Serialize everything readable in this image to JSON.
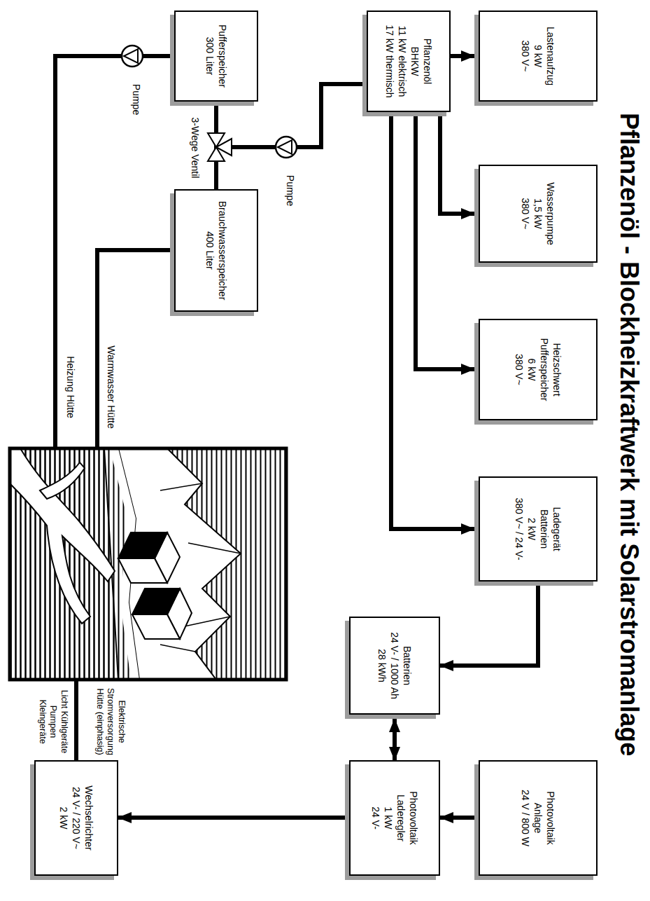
{
  "diagram": {
    "title": "Pflanzenöl - Blockheizkraftwerk mit Solarstromanlage",
    "nodes": [
      {
        "text": [
          "Lastenaufzug",
          "9 kW",
          "380 V~"
        ]
      },
      {
        "text": [
          "Wasserpumpe",
          "1,5 kW",
          "380 V~"
        ]
      },
      {
        "text": [
          "Heizschwert",
          "Pufferspeicher",
          "6 kW",
          "380 V~"
        ]
      },
      {
        "text": [
          "Ladegerät",
          "Batterien",
          "2 kW",
          "380 V~ / 24 V-"
        ]
      },
      {
        "text": [
          "Photovoltaik",
          "Anlage",
          "24 V / 800 W"
        ]
      },
      {
        "text": [
          "Pflanzenöl",
          "BHKW",
          "11 kW elektrisch",
          "17 kW thermisch"
        ]
      },
      {
        "text": [
          "Batterien",
          "24 V- / 1000 Ah",
          "28 kWh"
        ]
      },
      {
        "text": [
          "Photovoltaik",
          "Laderegler",
          "1 kW",
          "24 V-"
        ]
      },
      {
        "text": [
          "Pufferspeicher",
          "300 Liter"
        ]
      },
      {
        "text": [
          "Brauchwasserspeicher",
          "400 Liter"
        ]
      },
      {
        "text": [
          "Wechselrichter",
          "24 V- / 220 V~",
          "2 kW"
        ]
      }
    ],
    "edges": [
      {
        "from": 5,
        "to": 0,
        "arrow": "to"
      },
      {
        "from": 5,
        "to": 1,
        "arrow": "to"
      },
      {
        "from": 5,
        "to": 2,
        "arrow": "to"
      },
      {
        "from": 5,
        "to": 3,
        "arrow": "to"
      },
      {
        "from": 3,
        "to": 6,
        "arrow": "to"
      },
      {
        "from": 6,
        "to": 7,
        "arrow": "both"
      },
      {
        "from": 4,
        "to": 7,
        "arrow": "to"
      },
      {
        "from": 7,
        "to": 10,
        "arrow": "to"
      },
      {
        "from": 5,
        "to": 8,
        "arrow": "none"
      },
      {
        "from": 5,
        "to": 9,
        "arrow": "none"
      }
    ],
    "labels": [
      "Pumpe",
      "Pumpe",
      "3-Wege Ventil",
      "Warmwasser Hütte",
      "Heizung Hütte",
      "Elektrische Stromversorgung Hütte (einphasig)",
      "Licht Kühlgeräte Pumpen Kleingeräte"
    ]
  }
}
